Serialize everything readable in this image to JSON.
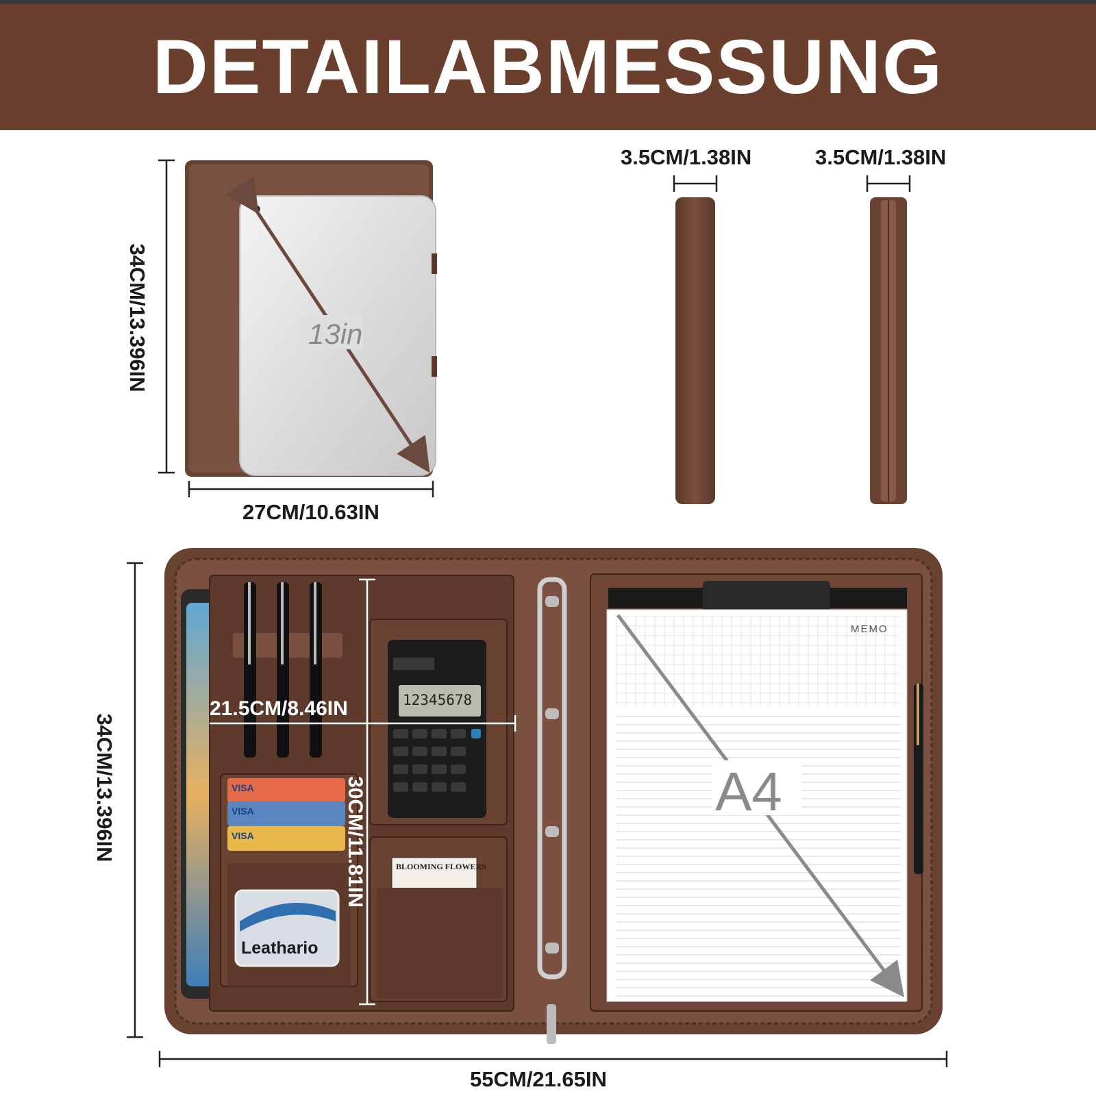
{
  "header": {
    "title": "DETAILABMESSUNG"
  },
  "closed_view": {
    "height_label": "34CM/13.396IN",
    "width_label": "27CM/10.63IN",
    "tablet_size_label": "13in"
  },
  "side_views": {
    "spine_label": "3.5CM/1.38IN",
    "zipper_side_label": "3.5CM/1.38IN"
  },
  "open_view": {
    "height_label": "34CM/13.396IN",
    "width_label": "55CM/21.65IN",
    "inner_width_label": "21.5CM/8.46IN",
    "inner_height_label": "30CM/11.81IN",
    "pad_size_label": "A4",
    "memo_label": "MEMO",
    "calculator_display": "12345678",
    "card_brand": "VISA",
    "card_name": "Leathario",
    "notecard_text": "BLOOMING FLOWERS"
  },
  "colors": {
    "banner": "#6b3f2e",
    "leather": "#6a4232",
    "leather_dark": "#4e2f24",
    "text": "#1a1a1a"
  }
}
